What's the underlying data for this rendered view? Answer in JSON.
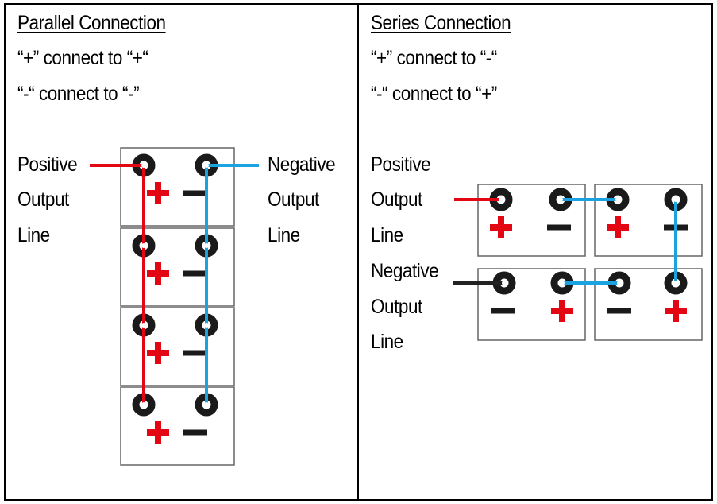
{
  "parallel": {
    "title": "Parallel Connection",
    "rule1": "“+” connect to “+“",
    "rule2": "“-“ connect to “-”",
    "positive_label": [
      "Positive",
      "Output",
      "Line"
    ],
    "negative_label": [
      "Negative",
      "Output",
      "Line"
    ],
    "battery_count": 4
  },
  "series": {
    "title": "Series Connection",
    "rule1": "“+” connect to “-“",
    "rule2": "“-“ connect to “+”",
    "positive_label": [
      "Positive",
      "Output",
      "Line"
    ],
    "negative_label": [
      "Negative",
      "Output",
      "Line"
    ],
    "battery_count": 4
  },
  "colors": {
    "positive_wire": "#e30613",
    "negative_wire": "#1aa3e0",
    "output_negative_wire": "#222222",
    "plus_sign": "#e30613",
    "minus_sign": "#1a1a1a",
    "terminal": "#1a1a1a",
    "battery_border": "#666666"
  }
}
